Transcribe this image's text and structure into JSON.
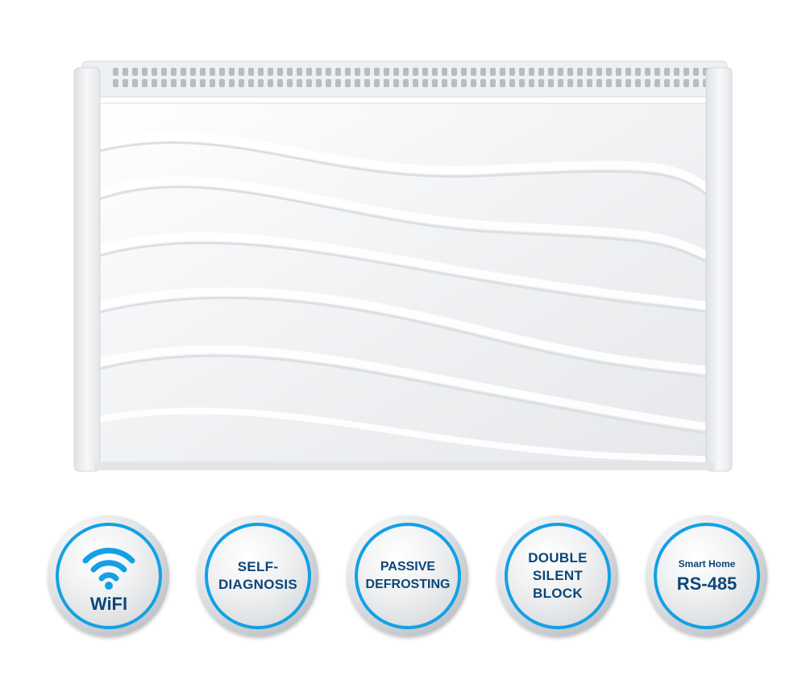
{
  "product": {
    "name": "dehumidifier-unit"
  },
  "features": [
    {
      "id": "wifi",
      "icon": "wifi-icon",
      "label": "WiFI"
    },
    {
      "id": "self-diagnosis",
      "lines": [
        "SELF-",
        "DIAGNOSIS"
      ]
    },
    {
      "id": "passive-defrosting",
      "lines": [
        "PASSIVE",
        "DEFROSTING"
      ]
    },
    {
      "id": "double-silent-block",
      "lines": [
        "DOUBLE",
        "SILENT",
        "BLOCK"
      ]
    },
    {
      "id": "smart-home",
      "small": "Smart Home",
      "big": "RS-485"
    }
  ],
  "colors": {
    "accent_ring": "#14a0e6",
    "badge_text": "#0d4678",
    "device_body": "#f4f5f7"
  }
}
